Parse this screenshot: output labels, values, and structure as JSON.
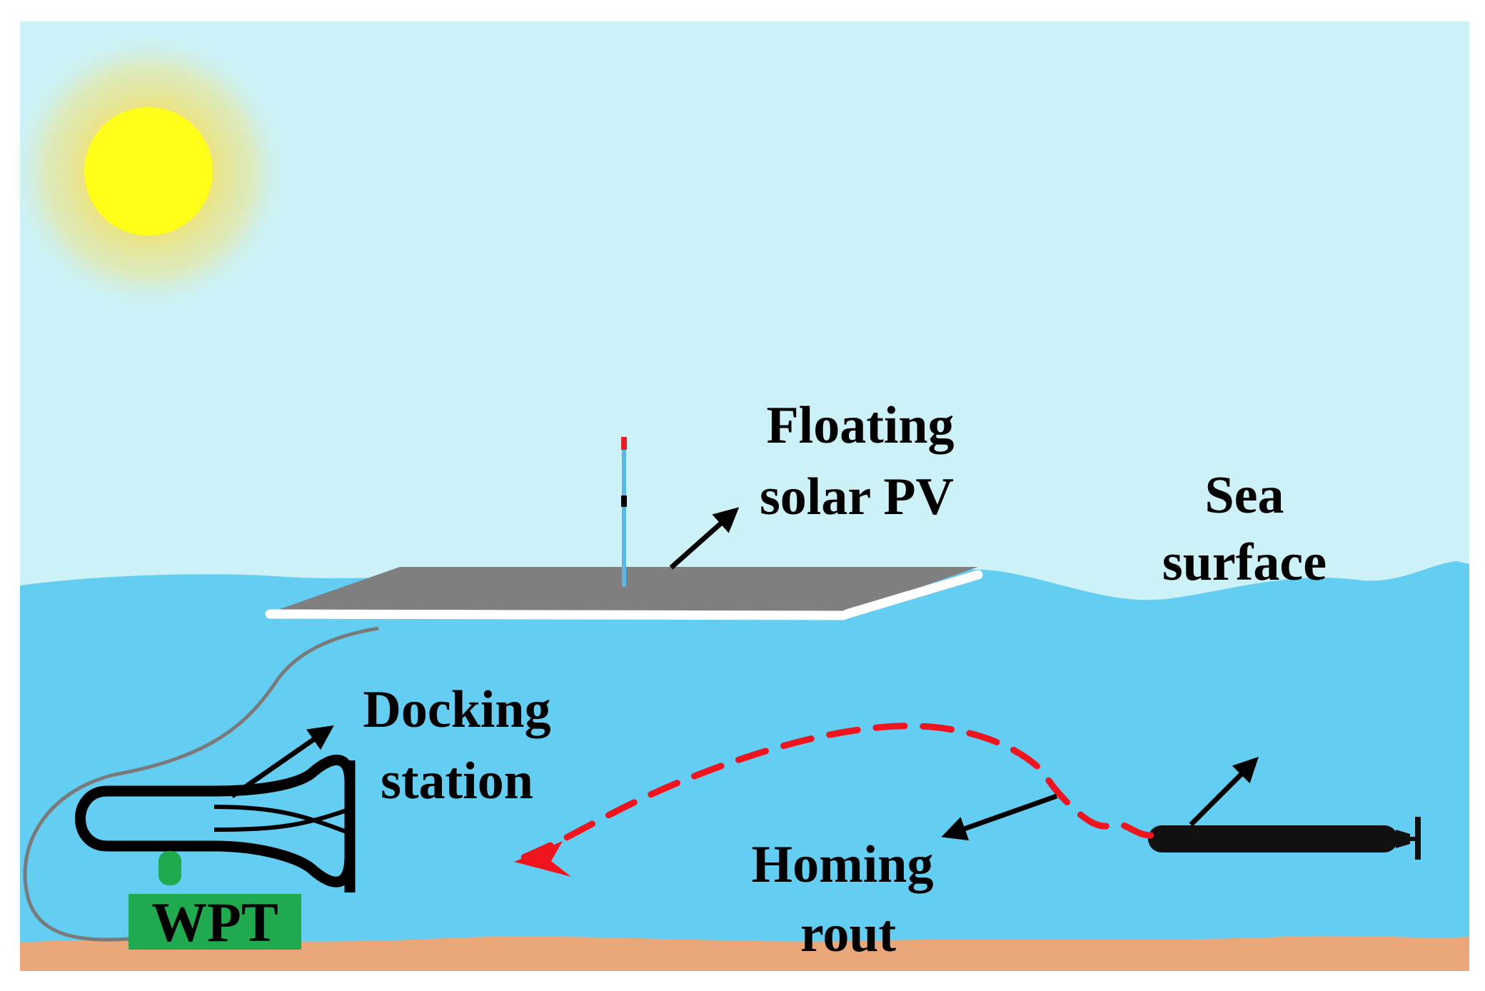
{
  "labels": {
    "floating_pv": [
      "Floating",
      "solar PV"
    ],
    "sea_surface": [
      "Sea",
      "surface"
    ],
    "docking_station": [
      "Docking",
      "station"
    ],
    "homing_route": [
      "Homing",
      "rout"
    ],
    "wpt": "WPT"
  },
  "colors": {
    "sky": "#ccf1f6",
    "sea": "#63cdf2",
    "seabed": "#eaa87a",
    "sun": "#ffff1a",
    "sun_glow": "#f0e68c",
    "panel": "#7f7f7f",
    "route": "#f0141e",
    "wpt_box": "#1faa50",
    "auv": "#111111"
  },
  "icons": [
    "sun-icon",
    "solar-panel-icon",
    "docking-station-icon",
    "auv-icon",
    "wpt-coil-icon"
  ]
}
